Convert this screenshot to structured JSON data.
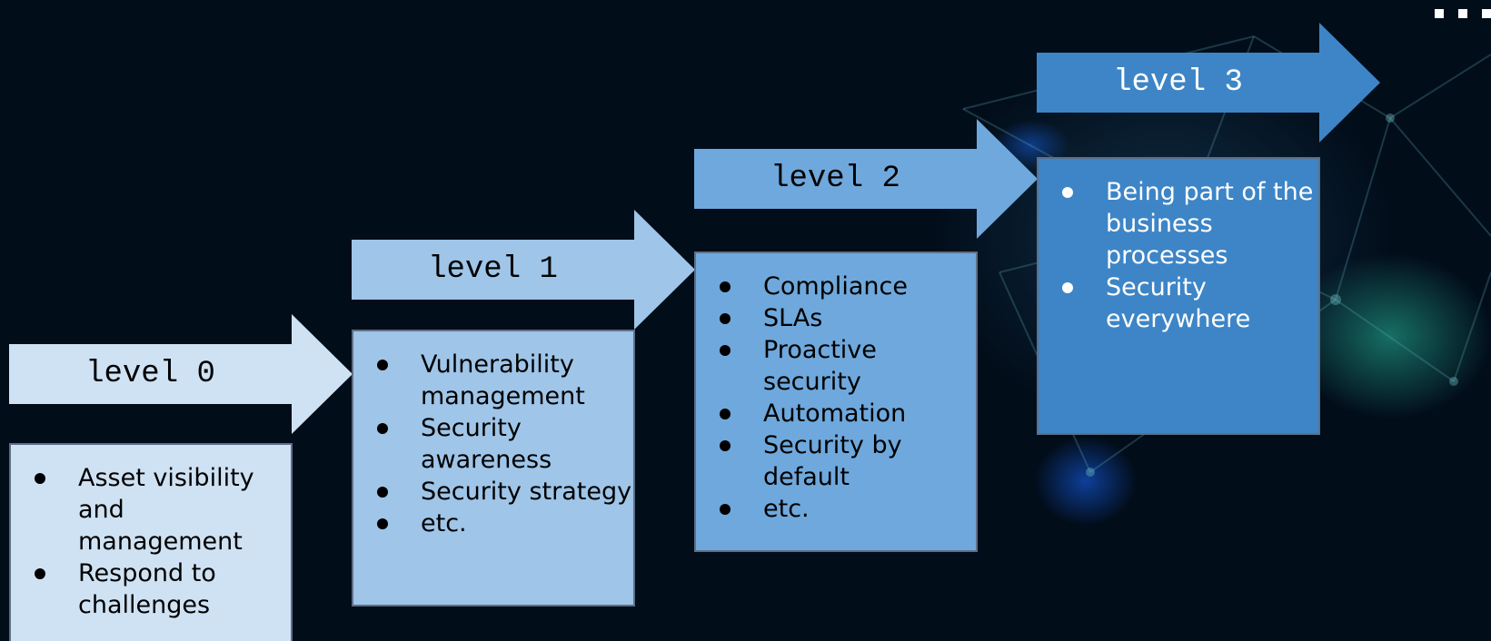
{
  "colors": {
    "background": "#020d1a",
    "level0": "#cfe2f3",
    "level1": "#9fc5e8",
    "level2": "#6fa8dc",
    "level3": "#3d85c6",
    "dark_text": "#000000",
    "light_text": "#ffffff"
  },
  "icons": {
    "corner_decoration": "three-white-squares",
    "list_marker": "filled-circle-bullet"
  },
  "levels": [
    {
      "label": "level 0",
      "items": [
        "Asset visibility and management",
        "Respond to challenges"
      ]
    },
    {
      "label": "level 1",
      "items": [
        "Vulnerability management",
        "Security awareness",
        "Security strategy",
        "etc."
      ]
    },
    {
      "label": "level 2",
      "items": [
        "Compliance",
        "SLAs",
        "Proactive security",
        "Automation",
        "Security by default",
        "etc."
      ]
    },
    {
      "label": "level 3",
      "items": [
        "Being part of the business processes",
        "Security everywhere"
      ]
    }
  ]
}
